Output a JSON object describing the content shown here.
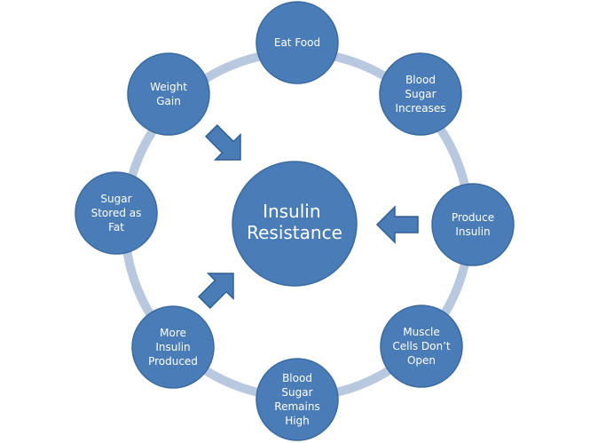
{
  "colors": {
    "node_fill": "#4a7db8",
    "node_stroke": "#3a6aa0",
    "ring": "#b8c9df",
    "arrow_fill": "#4a7db8",
    "arrow_stroke": "#2f5f94",
    "text": "#ffffff"
  },
  "center": {
    "lines": [
      "Insulin",
      "Resistance"
    ]
  },
  "nodes": [
    {
      "id": "eat-food",
      "lines": [
        "Eat Food"
      ]
    },
    {
      "id": "blood-sugar-increases",
      "lines": [
        "Blood",
        "Sugar",
        "Increases"
      ]
    },
    {
      "id": "produce-insulin",
      "lines": [
        "Produce",
        "Insulin"
      ]
    },
    {
      "id": "muscle-cells-dont-open",
      "lines": [
        "Muscle",
        "Cells Don’t",
        "Open"
      ]
    },
    {
      "id": "blood-sugar-remains-high",
      "lines": [
        "Blood",
        "Sugar",
        "Remains",
        "High"
      ]
    },
    {
      "id": "more-insulin-produced",
      "lines": [
        "More",
        "Insulin",
        "Produced"
      ]
    },
    {
      "id": "sugar-stored-as-fat",
      "lines": [
        "Sugar",
        "Stored as",
        "Fat"
      ]
    },
    {
      "id": "weight-gain",
      "lines": [
        "Weight",
        "Gain"
      ]
    }
  ],
  "arrows": [
    {
      "id": "weight-gain-arrow",
      "icon": "arrow-icon"
    },
    {
      "id": "produce-insulin-arrow",
      "icon": "arrow-icon"
    },
    {
      "id": "more-insulin-arrow",
      "icon": "arrow-icon"
    }
  ]
}
